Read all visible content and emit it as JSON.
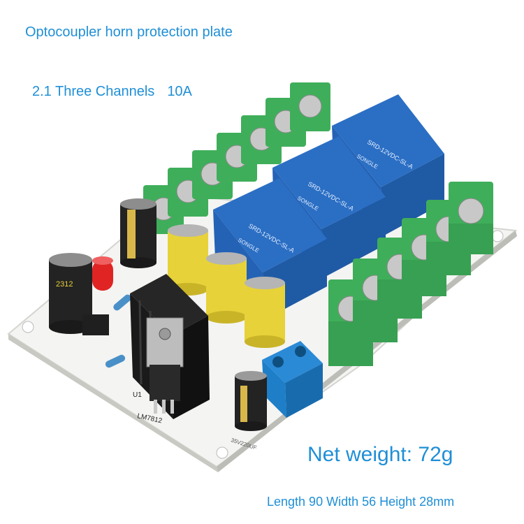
{
  "captions": {
    "title": "Optocoupler horn protection plate",
    "channels": "2.1 Three Channels",
    "current": "10A",
    "weight": "Net weight: 72g",
    "dimensions": "Length 90 Width 56 Height 28mm"
  },
  "board_markings": {
    "regulator": "LM7812",
    "regulator_ref": "U1",
    "relay_model": "SRD-12VDC-SL-A",
    "relay_brand": "SONGLE",
    "capacitor_large": "2312",
    "capacitor_small": "35V220UF"
  },
  "colors": {
    "caption_text": "#1f8fd6",
    "pcb": "#f4f4f2",
    "terminal_green": "#3fae5a",
    "relay_blue": "#2b6fc4",
    "cap_yellow": "#e7d23a",
    "cap_black": "#232323",
    "led_red": "#e02424",
    "dc_jack_blue": "#1e7fc8",
    "heatsink": "#1a1a1a"
  }
}
